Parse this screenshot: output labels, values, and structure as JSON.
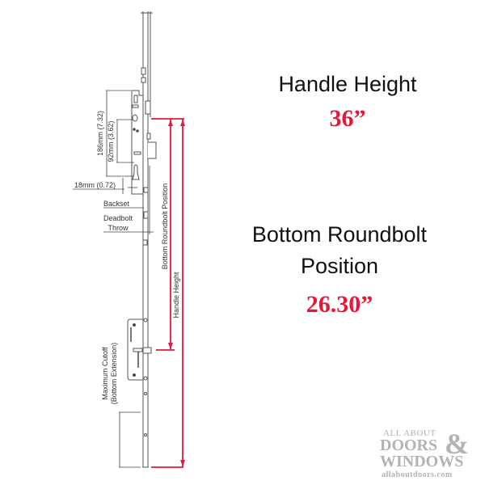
{
  "annotations": {
    "handle_height": {
      "label": "Handle Height",
      "value": "36”"
    },
    "bottom_roundbolt": {
      "label_line1": "Bottom Roundbolt",
      "label_line2": "Position",
      "value": "26.30”"
    }
  },
  "dimensions": {
    "dim_186": "186mm (7.32)",
    "dim_92": "92mm (3.62)",
    "dim_18": "18mm (0.72)",
    "backset": "Backset",
    "deadbolt_1": "Deadbolt",
    "deadbolt_2": "Throw",
    "vert_roundbolt": "Bottom Roundbolt Position",
    "vert_handle": "Handle Height",
    "cutoff_1": "Maximum Cutoff",
    "cutoff_2": "(Bottom Extension)"
  },
  "watermark": {
    "line1": "ALL ABOUT",
    "line2": "DOORS",
    "amp": "&",
    "line3": "WINDOWS",
    "url": "allaboutdoors.com"
  },
  "colors": {
    "accent_red": "#e8173a",
    "line_gray": "#555555",
    "watermark_gray": "#b3b3b3"
  }
}
